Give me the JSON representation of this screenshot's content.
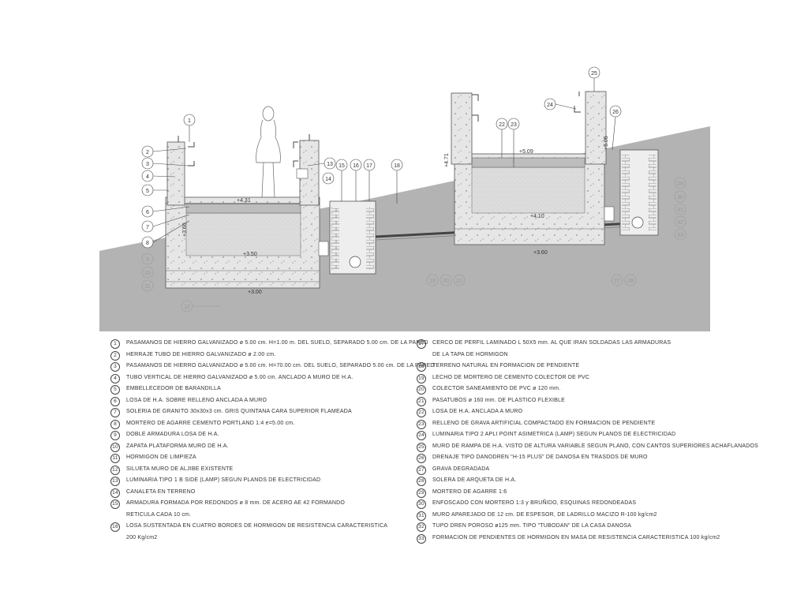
{
  "elevations": {
    "left_deck": "+4.31",
    "left_inner": "+3.50",
    "left_base": "+3.00",
    "left_wall": "+3.60",
    "right_deck": "+5.09",
    "right_inner": "+4.10",
    "right_base": "+3.60",
    "right_wall_left": "+4.71",
    "right_wall_right": "+5.05"
  },
  "callouts": {
    "c1": "1",
    "c2": "2",
    "c3": "3",
    "c4": "4",
    "c5": "5",
    "c6": "6",
    "c7": "7",
    "c8": "8",
    "c9": "9",
    "c10": "10",
    "c11": "11",
    "c12": "12",
    "c13": "13",
    "c14": "14",
    "c15": "15",
    "c16": "16",
    "c17": "17",
    "c18": "18",
    "c19": "19",
    "c20": "20",
    "c21": "21",
    "c22": "22",
    "c23": "23",
    "c24": "24",
    "c25": "25",
    "c26": "26",
    "c27": "27",
    "c28": "28",
    "c29": "29",
    "c30": "30",
    "c31": "31",
    "c32": "32",
    "c33": "33"
  },
  "legend_left": [
    {
      "n": "1",
      "t": "PASAMANOS DE HIERRO GALVANIZADO ø 5.00 cm. H=1.00 m. DEL SUELO, SEPARADO 5.00 cm. DE LA PARED"
    },
    {
      "n": "2",
      "t": "HERRAJE TUBO DE HIERRO GALVANIZADO ø 2.00 cm."
    },
    {
      "n": "3",
      "t": "PASAMANOS DE HIERRO GALVANIZADO ø 5.00 cm. H=70.00 cm. DEL SUELO, SEPARADO 5.00 cm. DE LA PARED"
    },
    {
      "n": "4",
      "t": "TUBO VERTICAL DE HIERRO GALVANIZADO ø 5.00 cm. ANCLADO A MURO DE H.A."
    },
    {
      "n": "5",
      "t": "EMBELLECEDOR DE BARANDILLA"
    },
    {
      "n": "6",
      "t": "LOSA DE H.A. SOBRE RELLENO ANCLADA A MURO"
    },
    {
      "n": "7",
      "t": "SOLERIA DE GRANITO 30x30x3 cm. GRIS QUINTANA CARA SUPERIOR FLAMEADA"
    },
    {
      "n": "8",
      "t": "MORTERO DE AGARRE CEMENTO PORTLAND 1:4 e=5.00 cm."
    },
    {
      "n": "9",
      "t": "DOBLE ARMADURA LOSA DE H.A."
    },
    {
      "n": "10",
      "t": "ZAPATA PLATAFORMA MURO DE H.A."
    },
    {
      "n": "11",
      "t": "HORMIGON DE LIMPIEZA"
    },
    {
      "n": "12",
      "t": "SILUETA MURO DE ALJIBE EXISTENTE"
    },
    {
      "n": "13",
      "t": "LUMINARIA TIPO 1 B SIDE (LAMP) SEGUN PLANOS DE ELECTRICIDAD"
    },
    {
      "n": "14",
      "t": "CANALETA EN TERRENO"
    },
    {
      "n": "15",
      "t": "ARMADURA FORMADA POR REDONDOS ø 8 mm. DE ACERO AE 42 FORMANDO"
    },
    {
      "n": "",
      "t": "RETICULA CADA 10 cm."
    },
    {
      "n": "16",
      "t": "LOSA SUSTENTADA EN CUATRO BORDES DE HORMIGON DE RESISTENCIA CARACTERISTICA"
    },
    {
      "n": "",
      "t": "200 Kg/cm2"
    }
  ],
  "legend_right": [
    {
      "n": "17",
      "t": "CERCO DE PERFIL LAMINADO L 50X5 mm. AL QUE IRAN SOLDADAS LAS ARMADURAS"
    },
    {
      "n": "",
      "t": "DE LA TAPA DE HORMIGON"
    },
    {
      "n": "18",
      "t": "TERRENO NATURAL EN FORMACION DE PENDIENTE"
    },
    {
      "n": "19",
      "t": "LECHO DE MORTERO DE CEMENTO COLECTOR DE PVC"
    },
    {
      "n": "20",
      "t": "COLECTOR SANEAMIENTO DE PVC ø 120 mm."
    },
    {
      "n": "21",
      "t": "PASATUBOS ø 160 mm. DE PLASTICO FLEXIBLE"
    },
    {
      "n": "22",
      "t": "LOSA DE H.A. ANCLADA A MURO"
    },
    {
      "n": "23",
      "t": "RELLENO DE GRAVA ARTIFICIAL COMPACTADO EN FORMACION DE PENDIENTE"
    },
    {
      "n": "24",
      "t": "LUMINARIA TIPO 2 APLI POINT ASIMETRICA (LAMP) SEGUN PLANOS DE ELECTRICIDAD"
    },
    {
      "n": "25",
      "t": "MURO DE RAMPA DE H.A. VISTO DE ALTURA VARIABLE SEGUN PLANO, CON CANTOS SUPERIORES ACHAFLANADOS"
    },
    {
      "n": "26",
      "t": "DRENAJE TIPO DANODREN \"H-15 PLUS\" DE DANOSA EN TRASDOS DE MURO"
    },
    {
      "n": "27",
      "t": "GRAVA DEGRADADA"
    },
    {
      "n": "28",
      "t": "SOLERA DE ARQUETA DE H.A."
    },
    {
      "n": "29",
      "t": "MORTERO DE AGARRE 1:6"
    },
    {
      "n": "30",
      "t": "ENFOSCADO CON MORTERO 1:3 y BRUÑIDO, ESQUINAS REDONDEADAS"
    },
    {
      "n": "31",
      "t": "MURO APAREJADO DE 12 cm. DE ESPESOR, DE LADRILLO MACIZO R-100 kg/cm2"
    },
    {
      "n": "32",
      "t": "TUPO DREN POROSO ø125 mm. TIPO \"TUBODAN\" DE LA CASA DANOSA"
    },
    {
      "n": "33",
      "t": "FORMACION DE PENDIENTES DE HORMIGON EN MASA DE RESISTENCIA CARACTERISTICA 100 kg/cm2"
    }
  ]
}
